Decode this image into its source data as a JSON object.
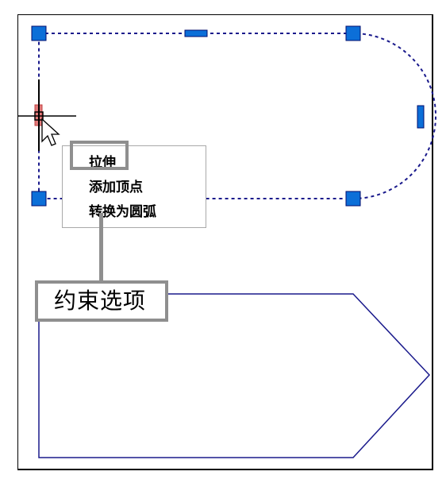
{
  "context_menu": {
    "items": [
      {
        "label": "拉伸"
      },
      {
        "label": "添加顶点"
      },
      {
        "label": "转换为圆弧"
      }
    ]
  },
  "callout": {
    "label": "约束选项"
  },
  "colors": {
    "grip": "#0c6fd8",
    "grip_border": "#000c6e",
    "polyline": "#1a1a8c",
    "selected_dash": "#1a1a8c",
    "hover_grip": "#e07a7a",
    "callout_border": "#8f8f8f",
    "menu_border": "#a9a9a9"
  },
  "icons": {
    "cursor": "arrow-cursor-icon",
    "crosshair": "crosshair-icon",
    "grip": "square-grip-icon",
    "midpoint_grip": "rectangle-midpoint-grip-icon"
  }
}
